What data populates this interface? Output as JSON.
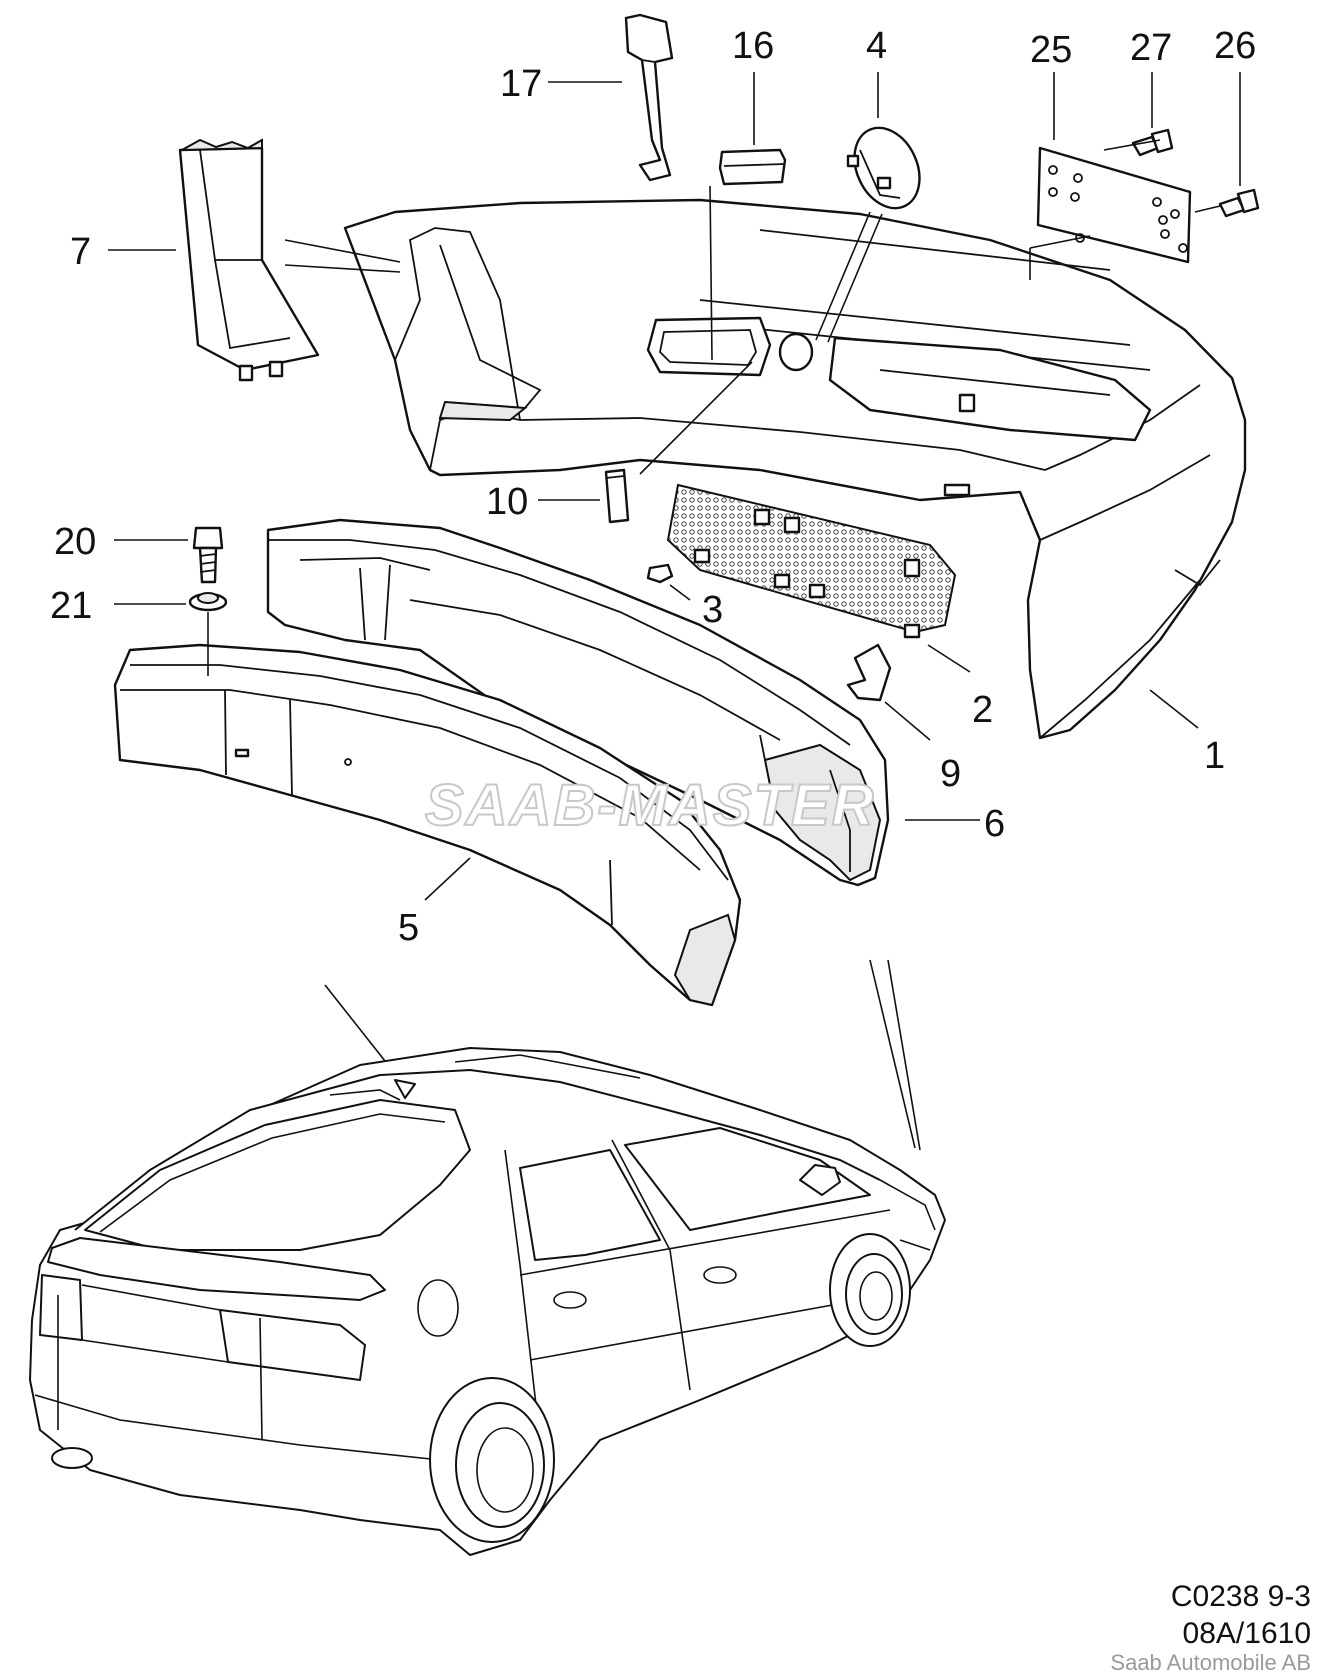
{
  "callouts": [
    {
      "id": "c17",
      "label": "17"
    },
    {
      "id": "c16",
      "label": "16"
    },
    {
      "id": "c4",
      "label": "4"
    },
    {
      "id": "c25",
      "label": "25"
    },
    {
      "id": "c27",
      "label": "27"
    },
    {
      "id": "c26",
      "label": "26"
    },
    {
      "id": "c7",
      "label": "7"
    },
    {
      "id": "c10",
      "label": "10"
    },
    {
      "id": "c20",
      "label": "20"
    },
    {
      "id": "c21",
      "label": "21"
    },
    {
      "id": "c3",
      "label": "3"
    },
    {
      "id": "c2",
      "label": "2"
    },
    {
      "id": "c9",
      "label": "9"
    },
    {
      "id": "c1",
      "label": "1"
    },
    {
      "id": "c6",
      "label": "6"
    },
    {
      "id": "c5",
      "label": "5"
    }
  ],
  "watermark": "SAAB-MASTER",
  "footer": {
    "code": "C0238 9-3",
    "ref": "08A/1610",
    "credit": "Saab Automobile AB"
  },
  "colors": {
    "line": "#111111",
    "background": "#ffffff",
    "credit_text": "#9a9a9a"
  }
}
